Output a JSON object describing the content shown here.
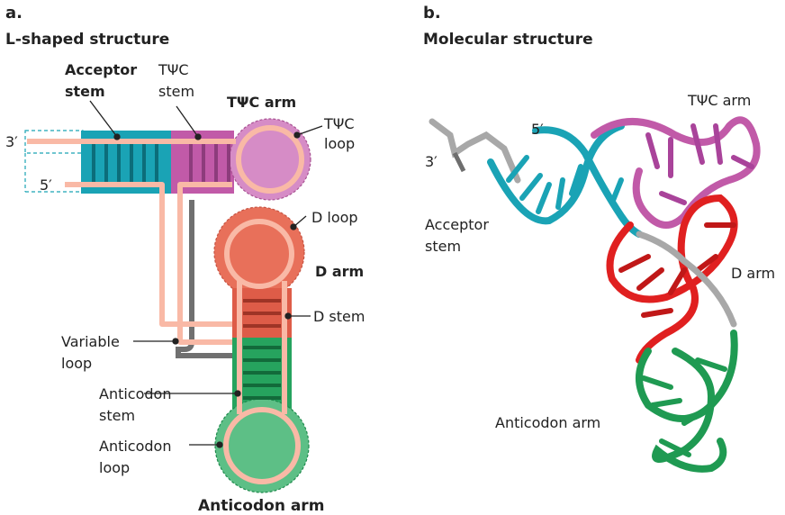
{
  "panel_a": {
    "letter": "a.",
    "title": "L-shaped structure",
    "labels": {
      "acceptor_stem": [
        "Acceptor",
        "stem"
      ],
      "tpsic_stem": [
        "TΨC",
        "stem"
      ],
      "tpsic_arm": "TΨC arm",
      "tpsic_loop": [
        "TΨC",
        "loop"
      ],
      "three_prime": "3′",
      "five_prime": "5′",
      "d_loop": "D loop",
      "d_arm": "D arm",
      "d_stem": "D stem",
      "variable_loop": [
        "Variable",
        "loop"
      ],
      "anticodon_stem": [
        "Anticodon",
        "stem"
      ],
      "anticodon_loop": [
        "Anticodon",
        "loop"
      ],
      "anticodon_arm": "Anticodon arm"
    }
  },
  "panel_b": {
    "letter": "b.",
    "title": "Molecular structure",
    "labels": {
      "five_prime": "5′",
      "three_prime": "3′",
      "tpsic_arm": "TΨC arm",
      "acceptor_stem": [
        "Acceptor",
        "stem"
      ],
      "d_arm": "D arm",
      "anticodon_arm": "Anticodon arm"
    }
  },
  "colors": {
    "acceptor": "#1aa3b5",
    "tpsic": "#c15aa8",
    "tpsic_loop_fill": "#d68cc6",
    "d_arm": "#e8705a",
    "d_stem": "#de5c48",
    "anticodon": "#26a35e",
    "anticodon_loop_fill": "#5dbf86",
    "backbone": "#f9b9a6",
    "variable": "#707070",
    "red_3d": "#e02020",
    "gray_3d": "#a8a8a8"
  }
}
